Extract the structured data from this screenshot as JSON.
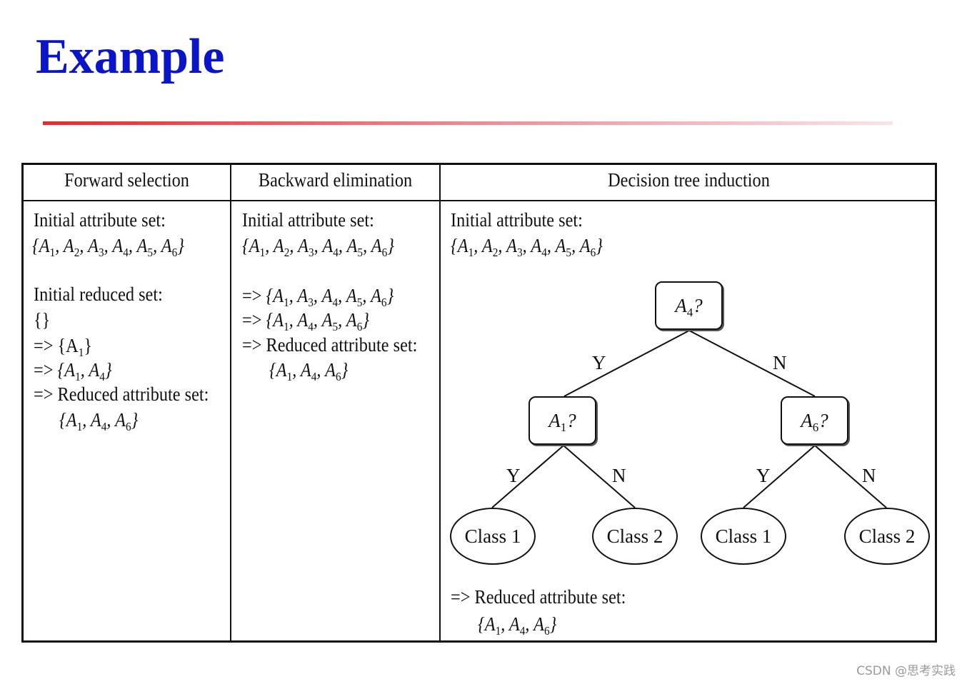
{
  "title": "Example",
  "columns": [
    {
      "header": "Forward selection"
    },
    {
      "header": "Backward elimination"
    },
    {
      "header": "Decision tree induction"
    }
  ],
  "forward": {
    "initial_label": "Initial attribute set:",
    "initial_set": "{A1, A2, A3, A4, A5, A6}",
    "reduced_label": "Initial reduced set:",
    "empty_set": "{}",
    "step1": "=> {A1}",
    "step2": "=> {A1, A4}",
    "result_label": "=> Reduced attribute set:",
    "result_set": "{A1, A4, A6}"
  },
  "backward": {
    "initial_label": "Initial attribute set:",
    "initial_set": "{A1, A2, A3, A4, A5, A6}",
    "step1": "=> {A1, A3, A4, A5, A6}",
    "step2": "=> {A1, A4, A5, A6}",
    "result_label": "=> Reduced attribute set:",
    "result_set": "{A1, A4, A6}"
  },
  "tree": {
    "initial_label": "Initial attribute set:",
    "initial_set": "{A1, A2, A3, A4, A5, A6}",
    "root": "A4?",
    "left": "A1?",
    "right": "A6?",
    "yes": "Y",
    "no": "N",
    "leaves": [
      "Class 1",
      "Class 2",
      "Class 1",
      "Class 2"
    ],
    "result_label": "=> Reduced attribute set:",
    "result_set": "{A1, A4, A6}"
  },
  "watermark": "CSDN @思考实践"
}
